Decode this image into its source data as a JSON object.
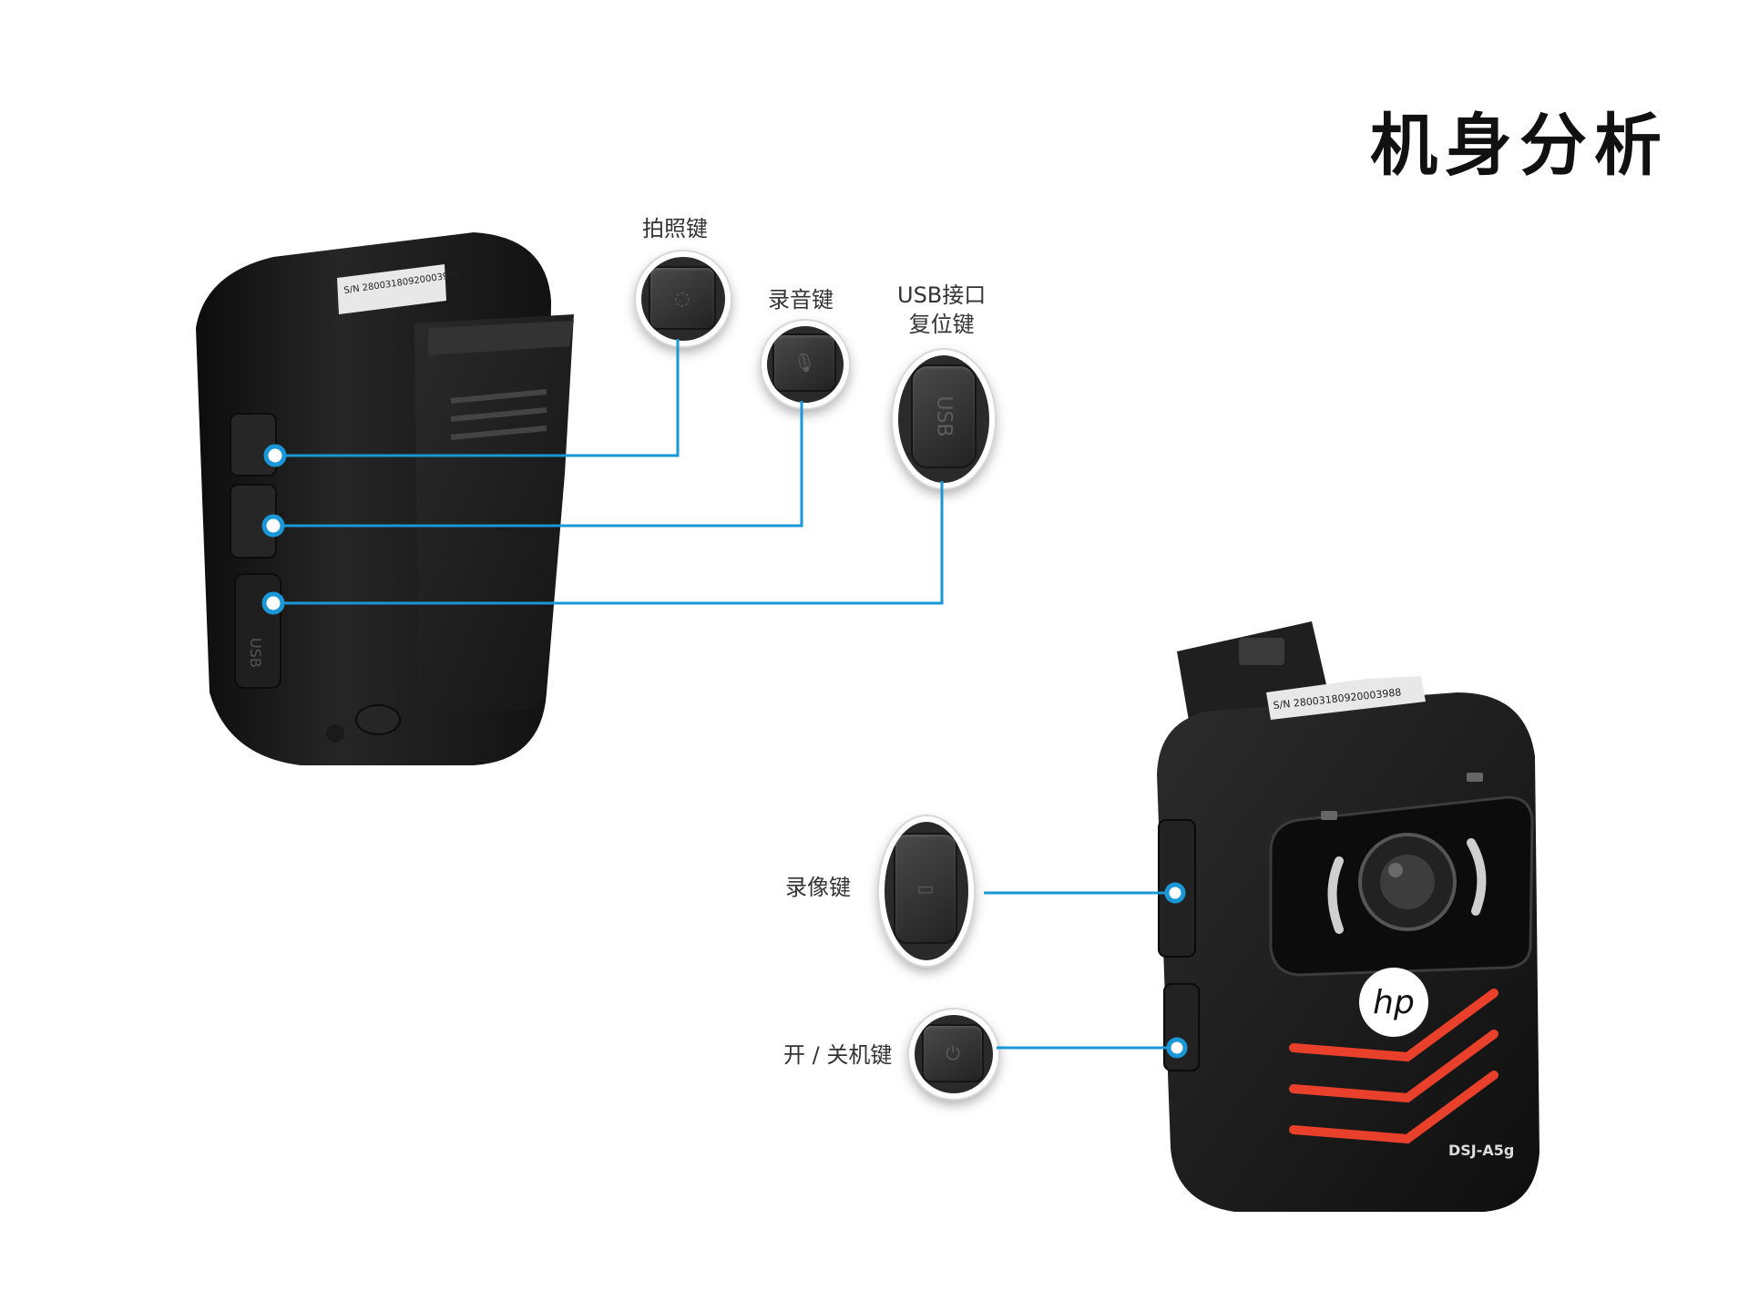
{
  "page_title": "机身分析",
  "labels": {
    "photo_key": "拍照键",
    "record_audio_key": "录音键",
    "usb_port_line1": "USB接口",
    "usb_port_line2": "复位键",
    "record_video_key": "录像键",
    "power_key": "开 / 关机键"
  },
  "camera_marks": {
    "brand": "hp",
    "model": "DSJ-A5g",
    "sn": "S/N 28003180920003988",
    "usb_text": "USB"
  },
  "colors": {
    "accent_line": "#1a97d6",
    "body": "#1c1c1c",
    "stripe": "#e8402a"
  }
}
